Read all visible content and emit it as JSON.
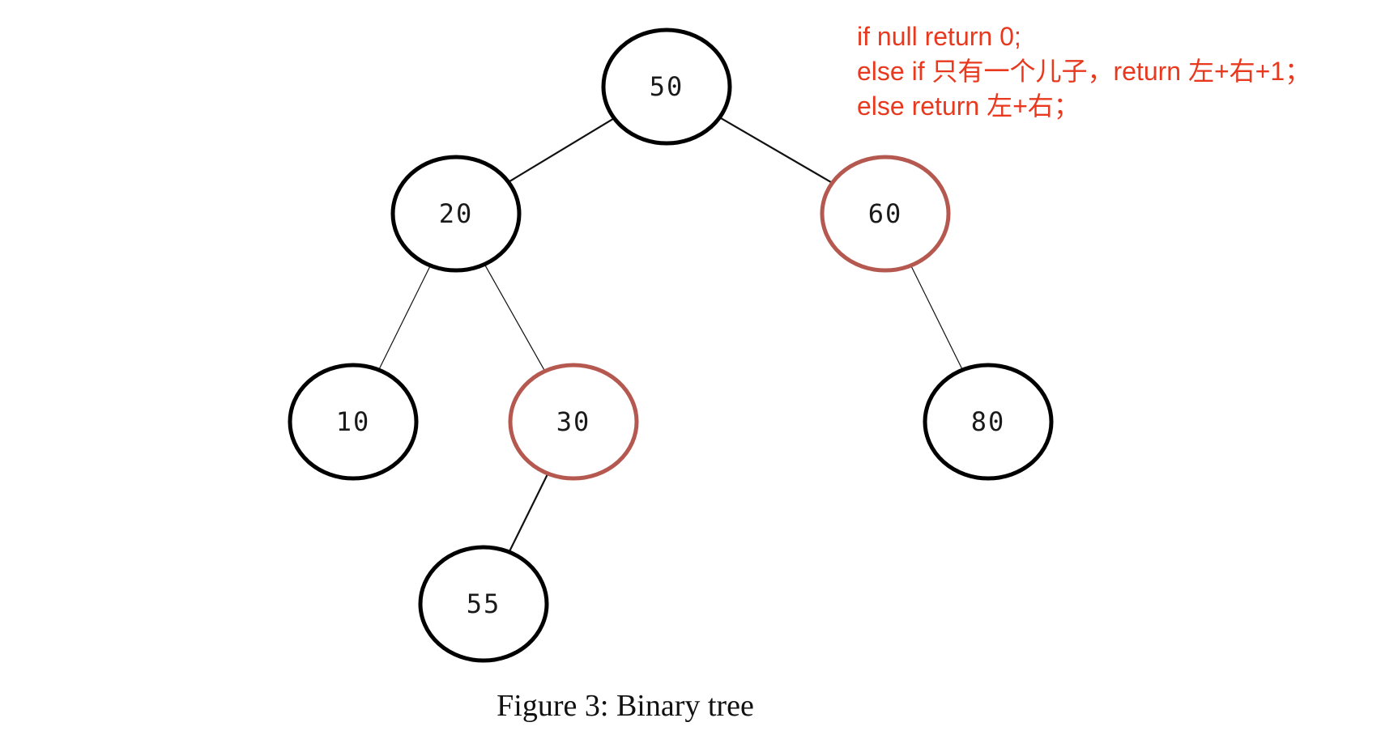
{
  "annotation": {
    "lines": [
      "if null return 0;",
      "else if 只有一个儿子，return 左+右+1；",
      "else return 左+右；"
    ],
    "color": "#e8391f"
  },
  "caption": "Figure 3: Binary tree",
  "tree": {
    "nodes": [
      {
        "id": "n50",
        "label": "50",
        "highlighted": false
      },
      {
        "id": "n20",
        "label": "20",
        "highlighted": false
      },
      {
        "id": "n60",
        "label": "60",
        "highlighted": true
      },
      {
        "id": "n10",
        "label": "10",
        "highlighted": false
      },
      {
        "id": "n30",
        "label": "30",
        "highlighted": true
      },
      {
        "id": "n80",
        "label": "80",
        "highlighted": false
      },
      {
        "id": "n55",
        "label": "55",
        "highlighted": false
      }
    ],
    "edges": [
      {
        "from": "n50",
        "to": "n20"
      },
      {
        "from": "n50",
        "to": "n60"
      },
      {
        "from": "n20",
        "to": "n10"
      },
      {
        "from": "n20",
        "to": "n30"
      },
      {
        "from": "n60",
        "to": "n80"
      },
      {
        "from": "n30",
        "to": "n55"
      }
    ],
    "colors": {
      "normal": "#000000",
      "highlighted": "#b5584f"
    }
  }
}
